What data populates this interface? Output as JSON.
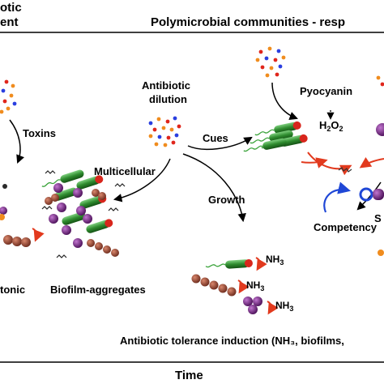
{
  "header": {
    "left_line1": "otic",
    "left_line2": "ent",
    "right": "Polymicrobial communities - resp"
  },
  "labels": {
    "toxins": "Toxins",
    "antibiotic_dilution_1": "Antibiotic",
    "antibiotic_dilution_2": "dilution",
    "cues": "Cues",
    "pyocyanin": "Pyocyanin",
    "h2o2_h": "H",
    "h2o2_2a": "2",
    "h2o2_o": "O",
    "h2o2_2b": "2",
    "multicellular": "Multicellular",
    "growth": "Growth",
    "competency": "Competency",
    "s_partial": "S",
    "nh3_n": "NH",
    "nh3_sub": "3",
    "tonic": "tonic",
    "biofilm_aggregates": "Biofilm-aggregates",
    "tolerance": "Antibiotic tolerance induction (NH₃, biofilms,",
    "time_axis": "Time"
  },
  "colors": {
    "green_bacteria": "#2e8b2e",
    "red_tip": "#d8261c",
    "purple_cocci": "#6a1b7a",
    "brown_chain": "#8b3a2a",
    "orange_arrow": "#e23a1e",
    "blue_arrow": "#1f47d6",
    "dot_orange": "#f08c1e",
    "dot_blue": "#2a3fe0",
    "dot_red": "#e0261c"
  }
}
